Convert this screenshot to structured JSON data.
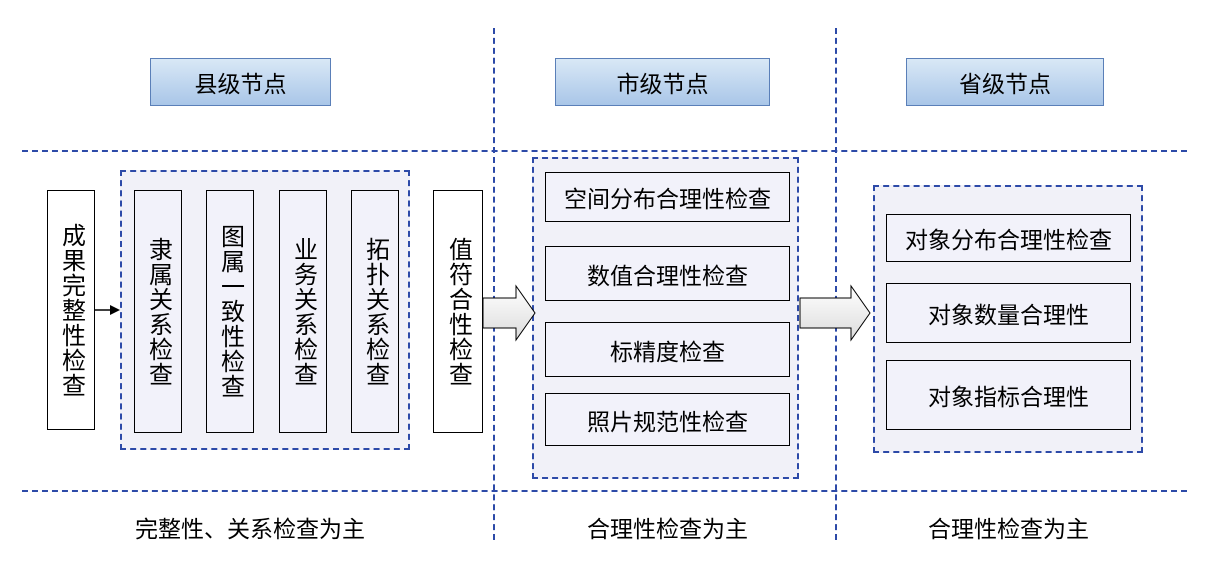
{
  "headers": {
    "county": "县级节点",
    "city": "市级节点",
    "province": "省级节点"
  },
  "county": {
    "completeness_check": "成果完整性检查",
    "relation_checks": [
      "隶属关系检查",
      "图属一致性检查",
      "业务关系检查",
      "拓扑关系检查"
    ],
    "value_check": "值符合性检查"
  },
  "city": {
    "checks": [
      "空间分布合理性检查",
      "数值合理性检查",
      "标精度检查",
      "照片规范性检查"
    ]
  },
  "province": {
    "checks": [
      "对象分布合理性检查",
      "对象数量合理性",
      "对象指标合理性"
    ]
  },
  "footer": {
    "county": "完整性、关系检查为主",
    "city": "合理性检查为主",
    "province": "合理性检查为主"
  },
  "colors": {
    "dash_line": "#2d4aa8",
    "header_fill": "#b9d3ee",
    "group_fill": "#f1f1f8"
  }
}
